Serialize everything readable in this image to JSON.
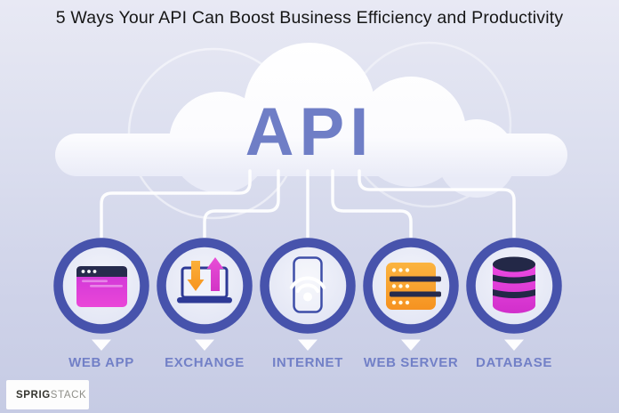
{
  "title": "5 Ways Your API Can Boost Business Efficiency and Productivity",
  "cloud": {
    "label": "API"
  },
  "nodes": [
    {
      "id": "web-app",
      "label": "WEB APP",
      "icon": "browser-window-icon"
    },
    {
      "id": "exchange",
      "label": "EXCHANGE",
      "icon": "laptop-exchange-icon"
    },
    {
      "id": "internet",
      "label": "INTERNET",
      "icon": "phone-wifi-icon"
    },
    {
      "id": "web-server",
      "label": "WEB SERVER",
      "icon": "server-rack-icon"
    },
    {
      "id": "database",
      "label": "DATABASE",
      "icon": "database-cylinder-icon"
    }
  ],
  "logo": {
    "brand_bold": "SPRIG",
    "brand_light": "STACK",
    "icon": "campfire-icon"
  },
  "colors": {
    "background_top": "#e8e9f4",
    "background_bottom": "#c6cbe4",
    "node_ring": "#4753ac",
    "label_text": "#7280c7",
    "api_text": "#6f7ec6",
    "magenta": "#d935d0",
    "orange": "#f7931e",
    "dark_navy": "#262b4d",
    "connector_line": "#ffffff"
  }
}
